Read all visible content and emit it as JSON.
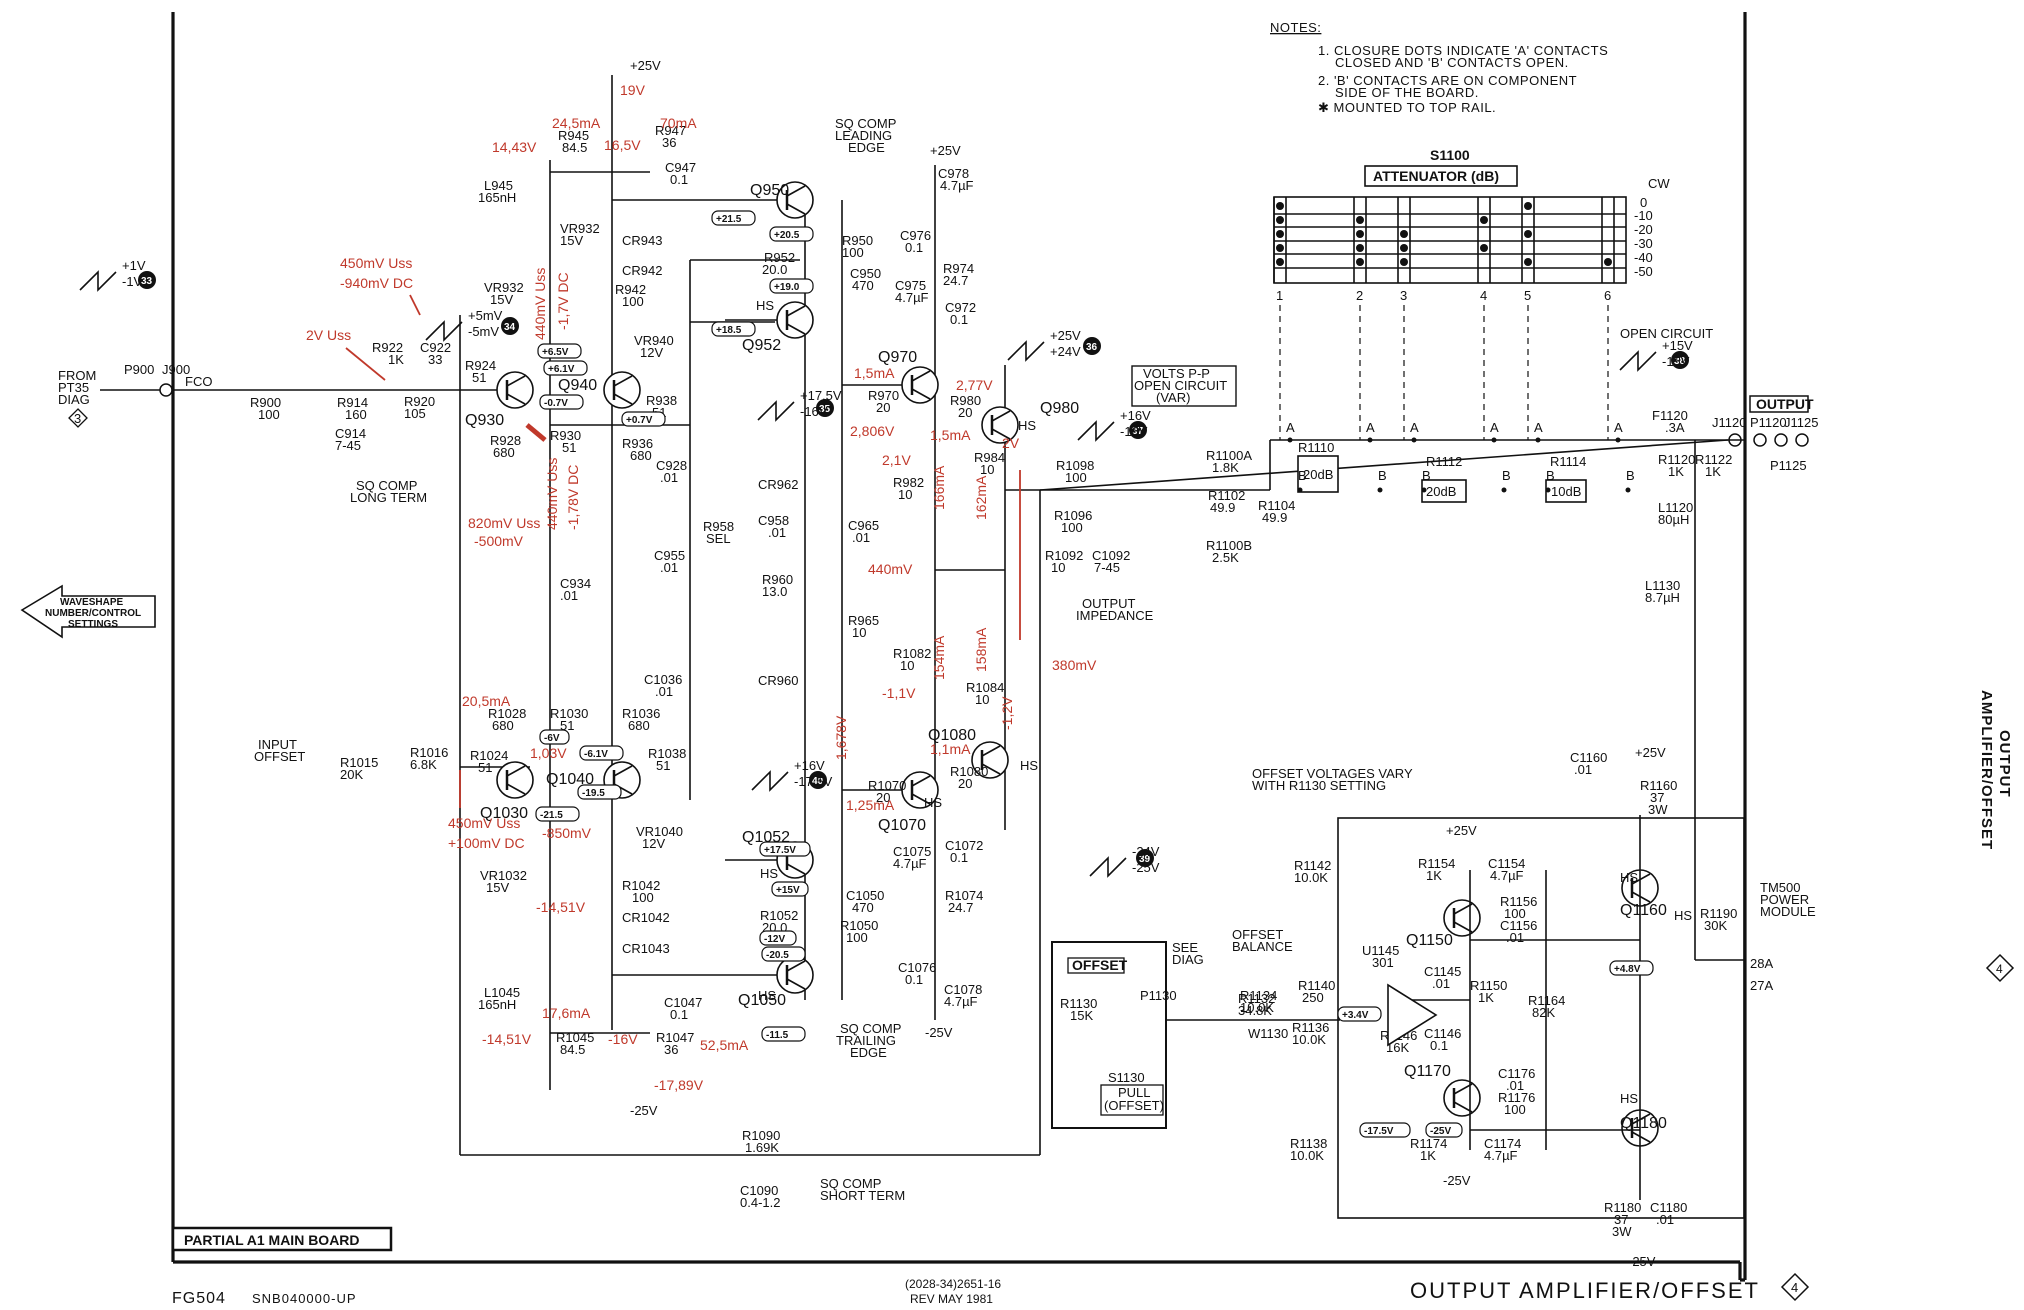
{
  "document": {
    "title": "OUTPUT AMPLIFIER/OFFSET",
    "diagram_number": "4",
    "side_title": "OUTPUT AMPLIFIER/OFFSET",
    "board": "PARTIAL A1 MAIN BOARD",
    "model": "FG504",
    "serial": "SNB040000-UP",
    "part_code": "(2028-34)2651-16",
    "revision": "REV MAY 1981"
  },
  "notes": {
    "heading": "NOTES:",
    "items": [
      "1. CLOSURE DOTS INDICATE 'A' CONTACTS",
      "CLOSED AND 'B' CONTACTS OPEN.",
      "2. 'B' CONTACTS ARE ON COMPONENT",
      "SIDE OF THE BOARD.",
      "✱ MOUNTED TO TOP RAIL."
    ]
  },
  "attenuator": {
    "switch": "S1100",
    "title": "ATTENUATOR (dB)",
    "positions": [
      "CW",
      "0",
      "-10",
      "-20",
      "-30",
      "-40",
      "-50"
    ],
    "contacts": [
      "1",
      "2",
      "3",
      "4",
      "5",
      "6"
    ],
    "pads": [
      "20dB",
      "20dB",
      "10dB"
    ],
    "pad_refs": [
      "R1110",
      "R1112",
      "R1114"
    ]
  },
  "labels": {
    "from_pt35": "FROM",
    "pt35": "PT35",
    "diag": "DIAG",
    "diag3": "3",
    "p900": "P900",
    "j900": "J900",
    "fco": "FCO",
    "waveshape": [
      "WAVESHAPE",
      "NUMBER/CONTROL",
      "SETTINGS"
    ],
    "sq_comp_long": [
      "SQ COMP",
      "LONG TERM"
    ],
    "sq_comp_leading": [
      "SQ COMP",
      "LEADING",
      "EDGE"
    ],
    "sq_comp_trailing": [
      "SQ COMP",
      "TRAILING",
      "EDGE"
    ],
    "sq_comp_short": [
      "SQ COMP",
      "SHORT TERM"
    ],
    "input_offset": [
      "INPUT",
      "OFFSET"
    ],
    "volts_pp": [
      "VOLTS P-P",
      "OPEN CIRCUIT",
      "(VAR)"
    ],
    "output_impedance": [
      "OUTPUT",
      "IMPEDANCE"
    ],
    "open_circuit": "OPEN CIRCUIT",
    "output": "OUTPUT",
    "offset_note": [
      "OFFSET VOLTAGES VARY",
      "WITH R1130 SETTING"
    ],
    "offset_box": "OFFSET",
    "see_diag": [
      "SEE",
      "DIAG"
    ],
    "pull_offset": [
      "PULL",
      "(OFFSET)"
    ],
    "offset_balance": [
      "OFFSET",
      "BALANCE"
    ],
    "tm500": [
      "TM500",
      "POWER",
      "MODULE"
    ],
    "pin28": "28A",
    "pin27": "27A",
    "hs": "HS"
  },
  "components": {
    "transistors": [
      "Q930",
      "Q940",
      "Q950",
      "Q952",
      "Q970",
      "Q980",
      "Q1030",
      "Q1040",
      "Q1050",
      "Q1052",
      "Q1070",
      "Q1080",
      "Q1150",
      "Q1160",
      "Q1170",
      "Q1180"
    ],
    "resistors": [
      "R900 100",
      "R914 160",
      "R920 105",
      "R922 1K",
      "R924 51",
      "R928 680",
      "R930 51",
      "R936 680",
      "R938 51",
      "R942 100",
      "R945 84.5",
      "R947 36",
      "R950 100",
      "R952 20.0",
      "R958 SEL",
      "R960 13.0",
      "R965 10",
      "R970 20",
      "R974 24.7",
      "R980 20",
      "R982 10",
      "R984 10",
      "R1016 6.8K",
      "R1015 20K",
      "R1024 51",
      "R1028 680",
      "R1030 51",
      "R1036 680",
      "R1038 51",
      "R1042 100",
      "R1045 84.5",
      "R1047 36",
      "R1050 100",
      "R1052 20.0",
      "R1070 20",
      "R1074 24.7",
      "R1080 20",
      "R1082 10",
      "R1084 10",
      "R1090 1.69K",
      "R1092 10",
      "R1096 100",
      "R1098 100",
      "R1100A 1.8K",
      "R1100B 2.5K",
      "R1102 49.9",
      "R1104 49.9",
      "R1120 1K",
      "R1122 1K",
      "R1130 15K",
      "R1132 34.8K",
      "R1134 10.0K",
      "R1136 10.0K",
      "R1138 10.0K",
      "R1140 250",
      "R1142 10.0K",
      "R1146 16K",
      "R1150 1K",
      "R1154 1K",
      "R1156 100",
      "R1160 37 3W",
      "R1164 82K",
      "R1174 1K",
      "R1176 100",
      "R1180 37 3W",
      "R1190 30K"
    ],
    "capacitors": [
      "C914 7-45",
      "C922 33",
      "C928 .01",
      "C934 .01",
      "C947 0.1",
      "C950 470",
      "C955 .01",
      "C958 .01",
      "C965 .01",
      "C972 0.1",
      "C975 4.7µF",
      "C976 0.1",
      "C978 4.7µF",
      "C1036 .01",
      "C1047 0.1",
      "C1050 470",
      "C1072 0.1",
      "C1075 4.7µF",
      "C1076 0.1",
      "C1078 4.7µF",
      "C1090 0.4-1.2",
      "C1092 7-45",
      "C1145 .01",
      "C1146 0.1",
      "C1154 4.7µF",
      "C1156 .01",
      "C1160 .01",
      "C1174 4.7µF",
      "C1176 .01",
      "C1180 .01"
    ],
    "diodes": [
      "VR932 15V",
      "VR940 12V",
      "VR1032 15V",
      "VR1040 12V",
      "CR942",
      "CR943",
      "CR962",
      "CR960",
      "CR1042",
      "CR1043"
    ],
    "inductors": [
      "L945 165nH",
      "L1045 165nH",
      "L1120 80µH",
      "L1130 8.7µH"
    ],
    "ic": "U1145 301",
    "switches": [
      "S1130",
      "P1130",
      "W1130"
    ],
    "connectors": [
      "F1120 .3A",
      "J1120",
      "P1120",
      "J1125",
      "P1125"
    ]
  },
  "rails": {
    "plus25": "+25V",
    "minus25": "-25V",
    "plus15": "+15V",
    "minus15": "-15V"
  },
  "waveforms": {
    "w33": {
      "num": "33",
      "hi": "+1V",
      "lo": "-1V"
    },
    "w34": {
      "num": "34",
      "hi": "+5mV",
      "lo": "-5mV"
    },
    "w35": {
      "num": "35",
      "hi": "+17.5V",
      "lo": "-16V"
    },
    "w36": {
      "num": "36",
      "hi": "+25V",
      "lo": "+24V"
    },
    "w37": {
      "num": "37",
      "hi": "+16V",
      "lo": "-16V"
    },
    "w38": {
      "num": "38",
      "hi": "+15V",
      "lo": "-15V"
    },
    "w39": {
      "num": "39",
      "hi": "-24V",
      "lo": "-25V"
    },
    "w40": {
      "num": "40",
      "hi": "+16V",
      "lo": "-17.5V"
    }
  },
  "dc_tags": [
    "+21.5",
    "+20.5",
    "+19.0",
    "+18.5",
    "+6.5V",
    "+6.1V",
    "-0.7V",
    "+0.7V",
    "-6V",
    "-6.1V",
    "-19.5",
    "-21.5",
    "-20.5",
    "-11.5",
    "-12V",
    "+17.5V",
    "+15V",
    "-17.5V",
    "-25V",
    "+3.4V",
    "+4.8V"
  ],
  "annotations": {
    "a1": "19V",
    "a2": "24,5mA",
    "a3": "70mA",
    "a4": "14,43V",
    "a5": "16,5V",
    "a6": "450mV Uss",
    "a7": "-940mV DC",
    "a8": "2V Uss",
    "a9": "440mV Uss",
    "a10": "-1,7V DC",
    "a11": "820mV Uss",
    "a12": "-500mV",
    "a13": "440mV Uss",
    "a14": "-1,78V DC",
    "a15": "1,5mA",
    "a16": "2,77V",
    "a17": "2,806V",
    "a18": "1,5mA",
    "a19": "2,1V",
    "a20": "2V",
    "a21": "166mA",
    "a22": "162mA",
    "a23": "440mV",
    "a24": "154mA",
    "a25": "158mA",
    "a26": "380mV",
    "a27": "-1,1V",
    "a28": "-1,2V",
    "a29": "1,1mA",
    "a30": "1,678V",
    "a31": "1,25mA",
    "a32": "20,5mA",
    "a33": "1,03V",
    "a34": "450mV Uss",
    "a35": "+100mV DC",
    "a36": "-850mV",
    "a37": "-14,51V",
    "a38": "17,6mA",
    "a39": "-14,51V",
    "a40": "-16V",
    "a41": "52,5mA",
    "a42": "-17,89V"
  }
}
